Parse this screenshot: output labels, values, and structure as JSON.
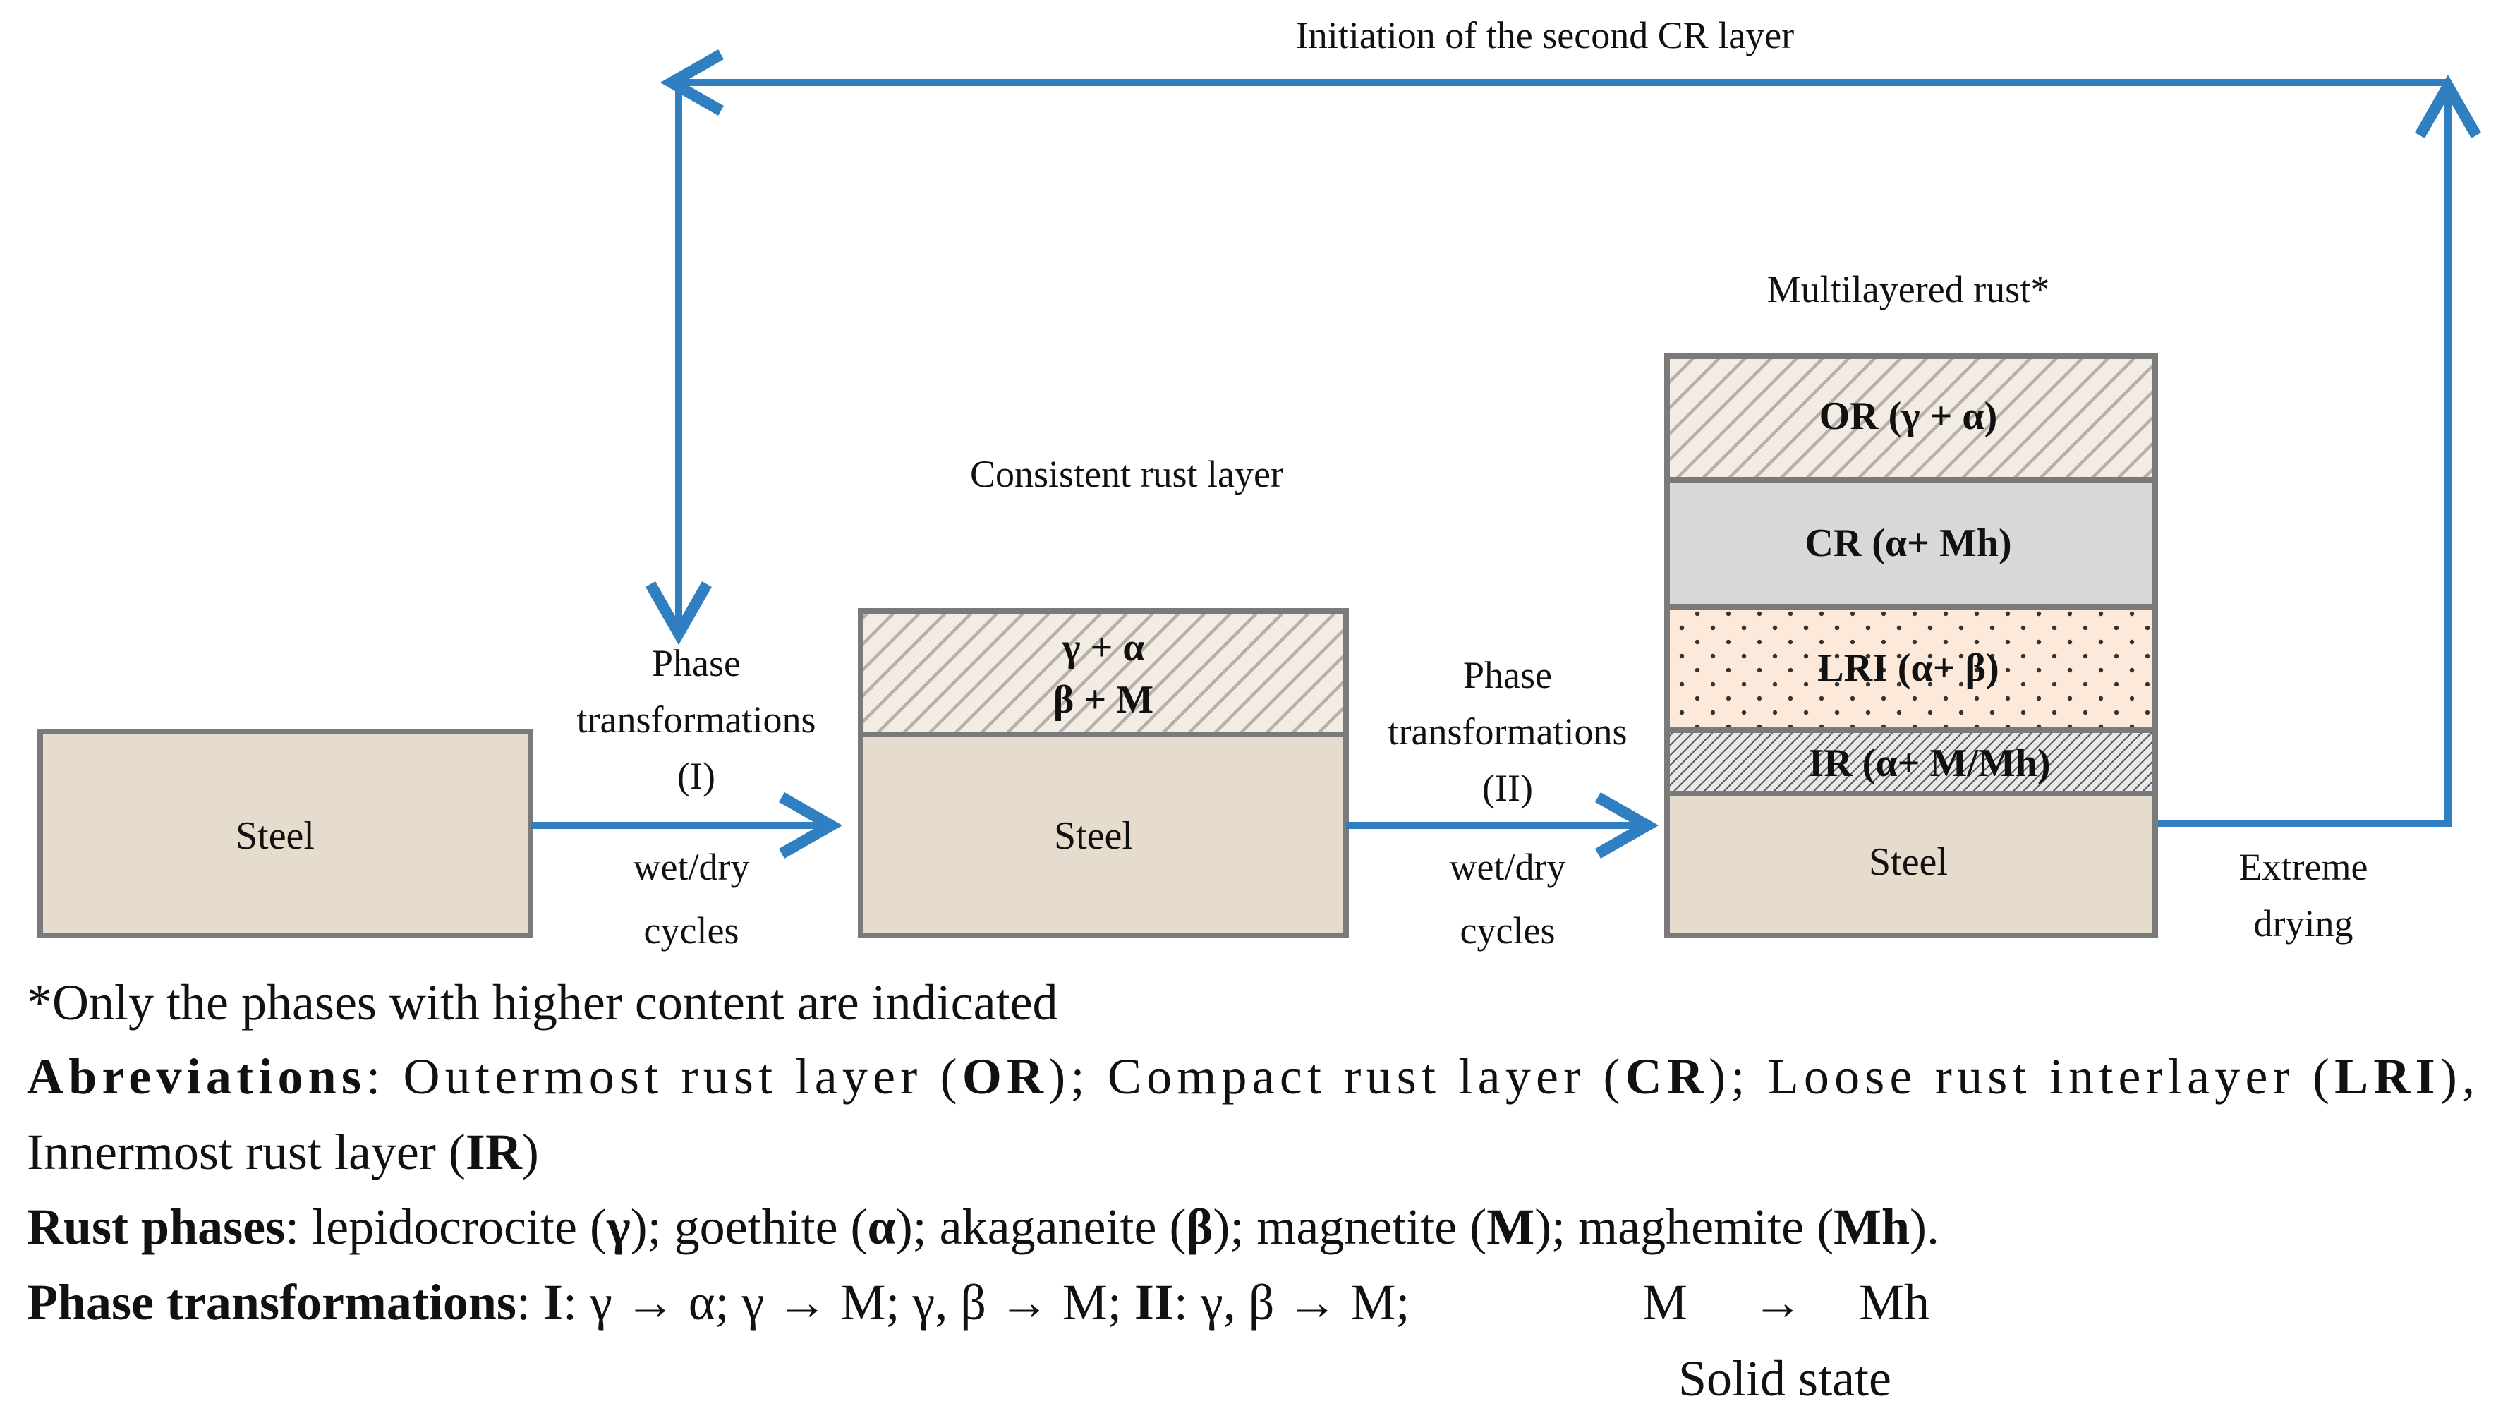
{
  "top_label": "Initiation of the second CR layer",
  "stage1": {
    "steel_label": "Steel"
  },
  "transition1": {
    "line1": "Phase",
    "line2": "transformations",
    "line3": "(I)",
    "below1": "wet/dry",
    "below2": "cycles"
  },
  "stage2": {
    "title": "Consistent rust layer",
    "rust_line1": "γ + α",
    "rust_line2": "β + M",
    "steel_label": "Steel"
  },
  "transition2": {
    "line1": "Phase",
    "line2": "transformations",
    "line3": "(II)",
    "below1": "wet/dry",
    "below2": "cycles"
  },
  "stage3": {
    "title": "Multilayered rust*",
    "or_label": "OR (γ + α)",
    "cr_label": "CR (α+ Mh)",
    "lri_label": "LRI (α+ β)",
    "ir_label": "IR (α+ M/Mh)",
    "steel_label": "Steel"
  },
  "transition3": {
    "line1": "Extreme",
    "line2": "drying"
  },
  "footnote": {
    "note": "*Only the phases with higher content are indicated",
    "abbrev_title": "Abreviations",
    "abbrev_t1": ": Outermost rust layer (",
    "abbrev_b1": "OR",
    "abbrev_t2": "); Compact rust layer (",
    "abbrev_b2": "CR",
    "abbrev_t3": "); Loose rust interlayer (",
    "abbrev_b3": "LRI",
    "abbrev_t4": "),",
    "abbrev2_t1": "Innermost rust layer (",
    "abbrev2_b1": "IR",
    "abbrev2_t2": ")",
    "phases_title": "Rust phases",
    "phases_t1": ": lepidocrocite (",
    "phases_b1": "γ",
    "phases_t2": "); goethite (",
    "phases_b2": "α",
    "phases_t3": "); akaganeite (",
    "phases_b3": "β",
    "phases_t4": "); magnetite (",
    "phases_b4": "M",
    "phases_t5": "); maghemite (",
    "phases_b5": "Mh",
    "phases_t6": ").",
    "trans_title": "Phase transformations",
    "trans_t1": ": ",
    "trans_b1": "I",
    "trans_t2": ": γ → α; γ → M; γ, β → M; ",
    "trans_b2": "II",
    "trans_t3": ": γ, β → M;",
    "trans_m": "M",
    "trans_arrow": "→",
    "trans_mh": "Mh",
    "solid_state": "Solid state"
  },
  "colors": {
    "arrow": "#2f7fc1",
    "steel_fill": "#e6dcce",
    "box_border": "#7a7a7a",
    "cr_fill": "#d8d8d8",
    "lri_fill": "#fde9d9"
  }
}
